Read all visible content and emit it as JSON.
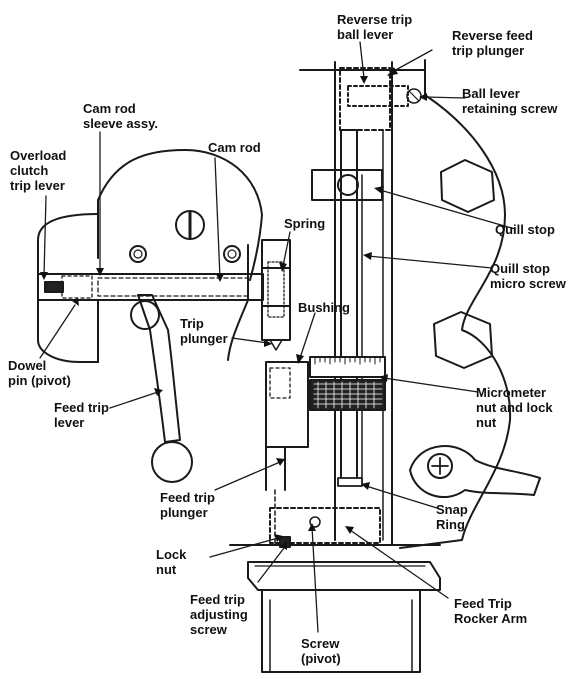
{
  "labels": {
    "reverse_trip_ball_lever": "Reverse trip\nball lever",
    "reverse_feed_trip_plunger": "Reverse feed\ntrip plunger",
    "ball_lever_retaining_screw": "Ball lever\nretaining screw",
    "cam_rod_sleeve_assy": "Cam rod\nsleeve assy.",
    "overload_clutch_trip_lever": "Overload\nclutch\ntrip lever",
    "cam_rod": "Cam rod",
    "spring": "Spring",
    "quill_stop": "Quill stop",
    "quill_stop_micro_screw": "Quill stop\nmicro screw",
    "bushing": "Bushing",
    "trip_plunger": "Trip\nplunger",
    "dowel_pin_pivot": "Dowel\npin (pivot)",
    "micrometer_nut_and_lock_nut": "Micrometer\nnut and lock\nnut",
    "feed_trip_lever": "Feed trip\nlever",
    "feed_trip_plunger": "Feed trip\nplunger",
    "snap_ring": "Snap\nRing",
    "lock_nut": "Lock\nnut",
    "feed_trip_rocker_arm": "Feed Trip\nRocker Arm",
    "feed_trip_adjusting_screw": "Feed trip\nadjusting\nscrew",
    "screw_pivot": "Screw\n(pivot)"
  }
}
